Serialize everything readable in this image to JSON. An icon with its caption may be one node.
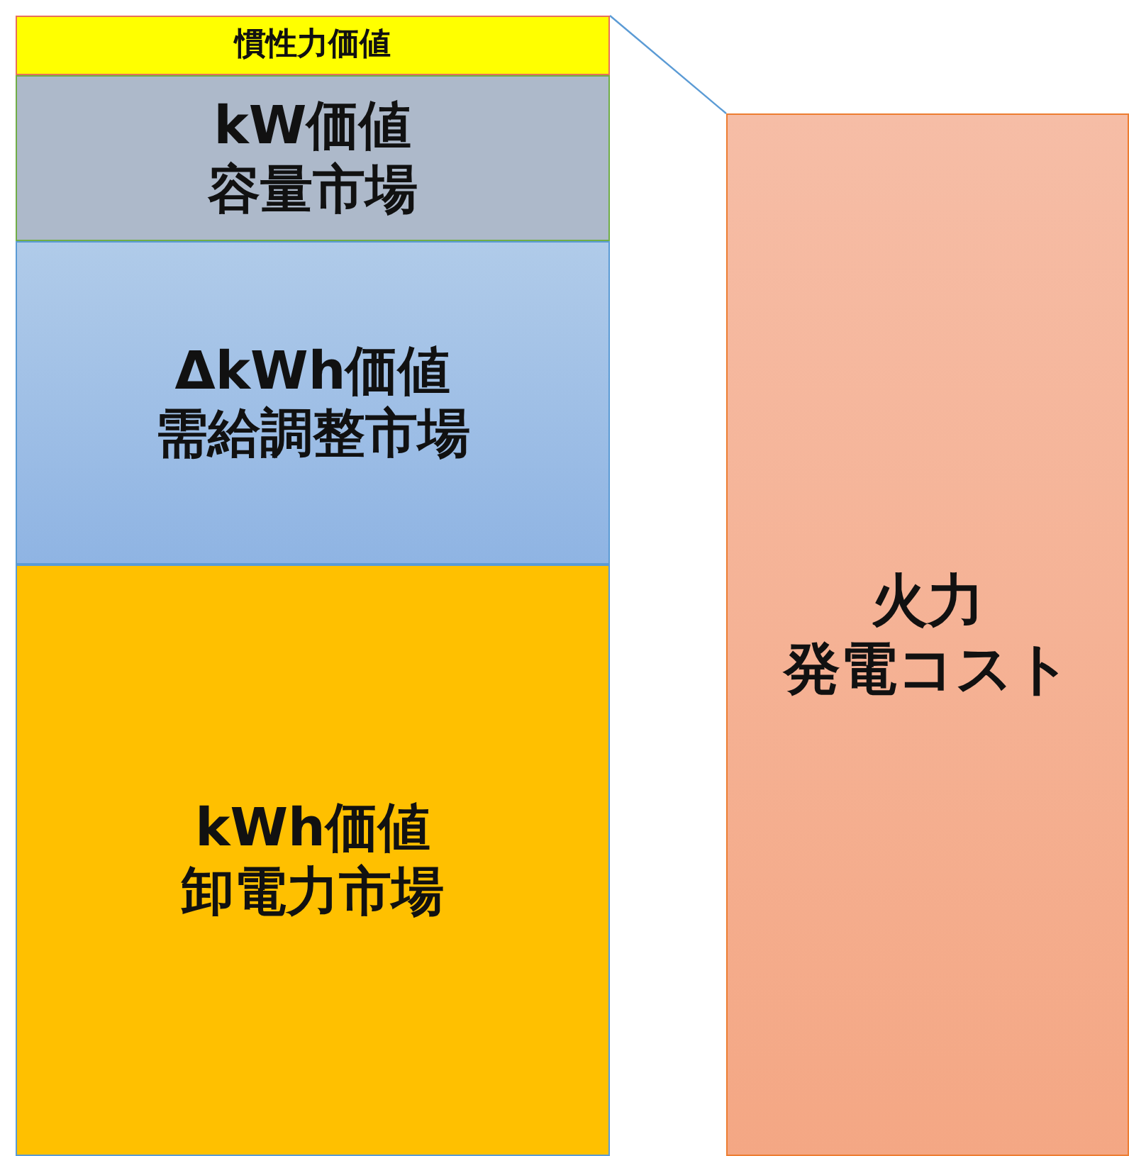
{
  "diagram": {
    "nodes": [
      {
        "text": [
          "慣性力価値"
        ]
      },
      {
        "text": [
          "kW価値",
          "容量市場"
        ]
      },
      {
        "text": [
          "ΔkWh価値",
          "需給調整市場"
        ]
      },
      {
        "text": [
          "kWh価値",
          "卸電力市場"
        ]
      },
      {
        "text": [
          "火力",
          "発電コスト"
        ]
      }
    ],
    "edges": [
      {
        "from": 0,
        "to": 4,
        "arrow": "none"
      }
    ]
  }
}
